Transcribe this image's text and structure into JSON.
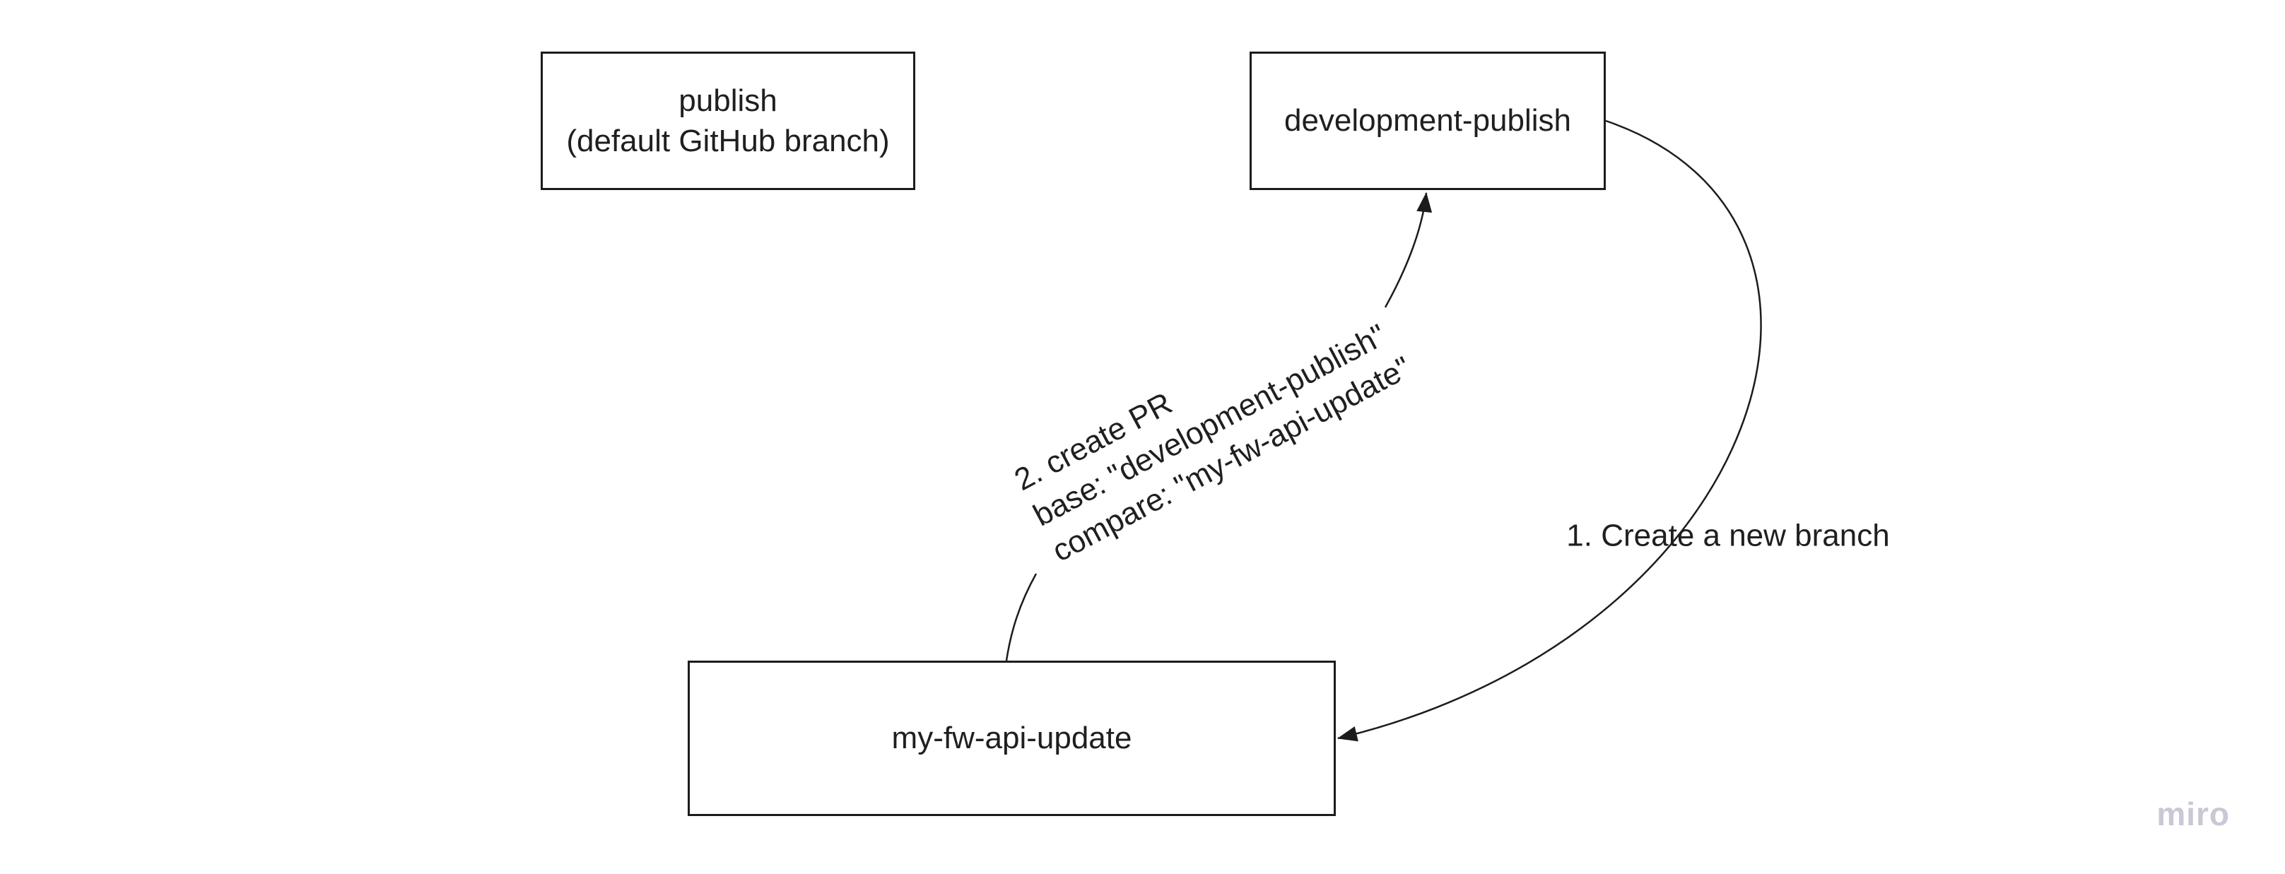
{
  "board": {
    "background": "#ffffff",
    "nodes": {
      "publish": {
        "label": "publish\n(default GitHub branch)"
      },
      "development_publish": {
        "label": "development-publish"
      },
      "my_fw_api_update": {
        "label": "my-fw-api-update"
      }
    },
    "connectors": {
      "create_branch": {
        "label": "1. Create a new branch",
        "from": "development-publish",
        "to": "my-fw-api-update"
      },
      "create_pr": {
        "label": "2. create PR\nbase: \"development-publish\"\ncompare: \"my-fw-api-update\"",
        "from": "my-fw-api-update",
        "to": "development-publish"
      }
    },
    "colors": {
      "stroke": "#1c1c1c",
      "text": "#1f1f1f",
      "node_fill": "#ffffff",
      "watermark": "#c9c8d5"
    }
  },
  "watermark": {
    "label": "miro"
  }
}
